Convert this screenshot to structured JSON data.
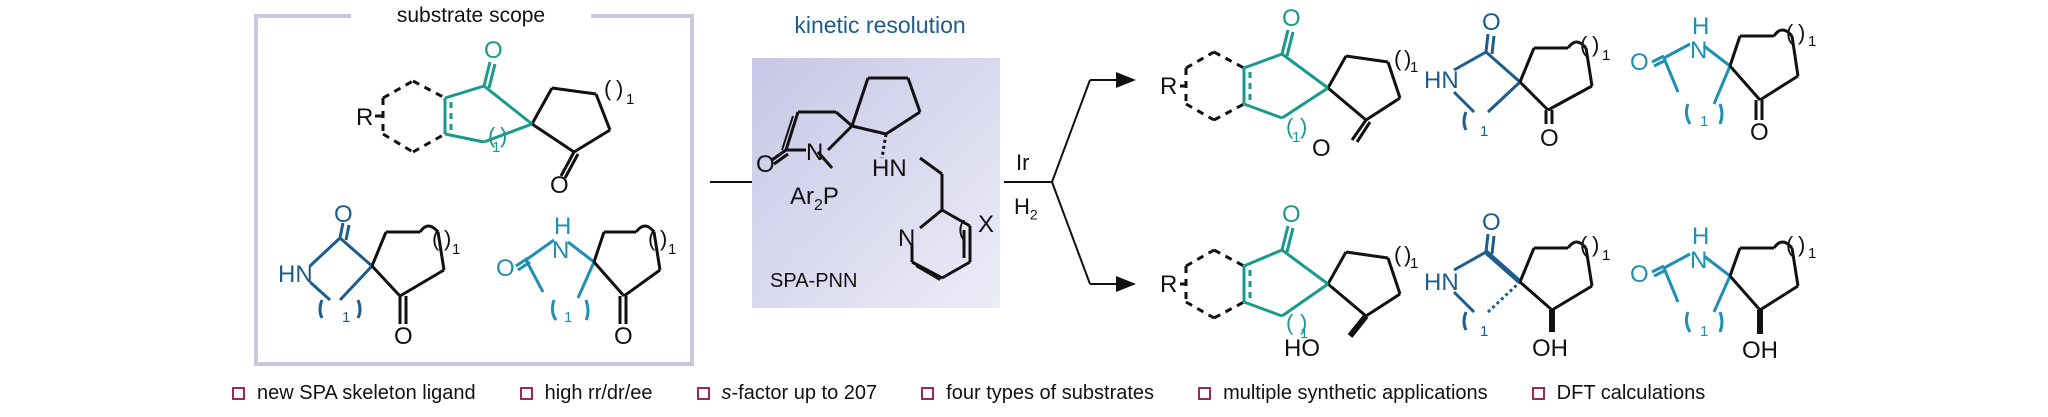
{
  "panels": {
    "scope_title": "substrate scope",
    "kinetic_title": "kinetic resolution",
    "ligand_label": "SPA-PNN"
  },
  "conditions": {
    "catalyst": "Ir",
    "reagent": "H",
    "reagent_sub": "2"
  },
  "atoms": {
    "R": "R",
    "O": "O",
    "N": "N",
    "H": "H",
    "HN": "HN",
    "HO": "HO",
    "OH": "OH",
    "X": "X",
    "Ar2P": "Ar",
    "Ar2P_sub": "2",
    "Ar2P_end": "P",
    "one": "1"
  },
  "features": [
    {
      "label": "new SPA skeleton ligand"
    },
    {
      "label": "high rr/dr/ee"
    },
    {
      "label_italic": "s",
      "label": "-factor up to 207"
    },
    {
      "label": "four types of substrates"
    },
    {
      "label": "multiple synthetic applications"
    },
    {
      "label": "DFT calculations"
    }
  ],
  "colors": {
    "teal": "#1a9a8c",
    "navy": "#1d5c8c",
    "cyan": "#1f8fb3",
    "box_border": "#c9c9dc",
    "ligand_bg": "#dcdcef",
    "checkbox": "#9b2a55"
  }
}
